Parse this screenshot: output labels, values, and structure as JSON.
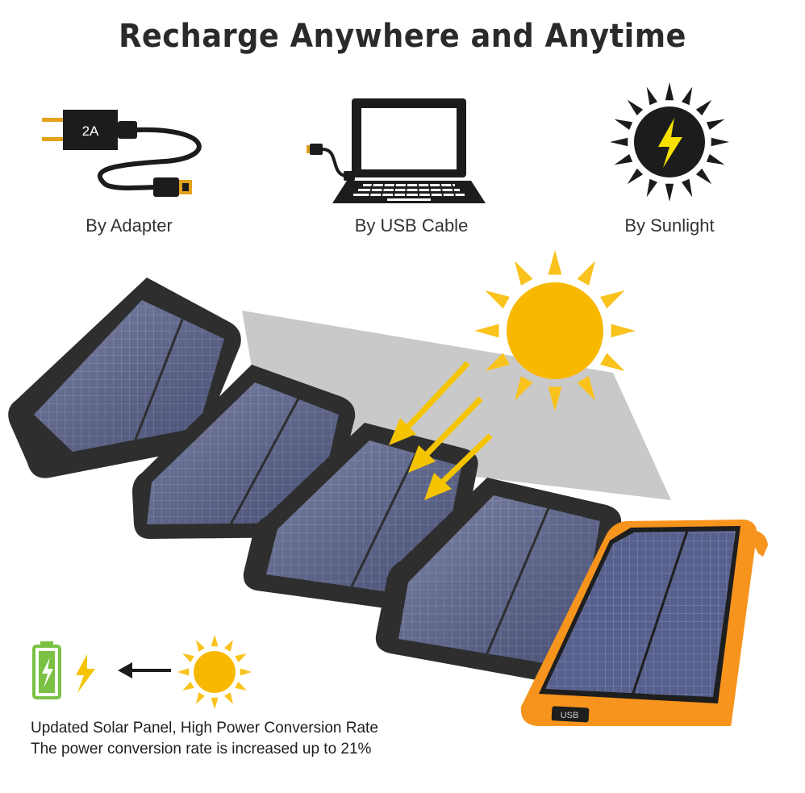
{
  "title": "Recharge Anywhere and Anytime",
  "methods": [
    {
      "label": "By Adapter",
      "icon": "adapter-icon",
      "badge": "2A"
    },
    {
      "label": "By USB Cable",
      "icon": "laptop-icon"
    },
    {
      "label": "By Sunlight",
      "icon": "sun-bolt-icon"
    }
  ],
  "device": {
    "port_label": "USB"
  },
  "footer": {
    "line1": "Updated Solar Panel, High Power Conversion Rate",
    "line2": "The power conversion rate is increased up to 21%"
  },
  "colors": {
    "sun": "#f9b800",
    "arrow": "#f5c400",
    "battery": "#7ac143",
    "panel_frame": "#2e2e2e",
    "cell": "#5a6290",
    "device_orange": "#f7941d"
  }
}
